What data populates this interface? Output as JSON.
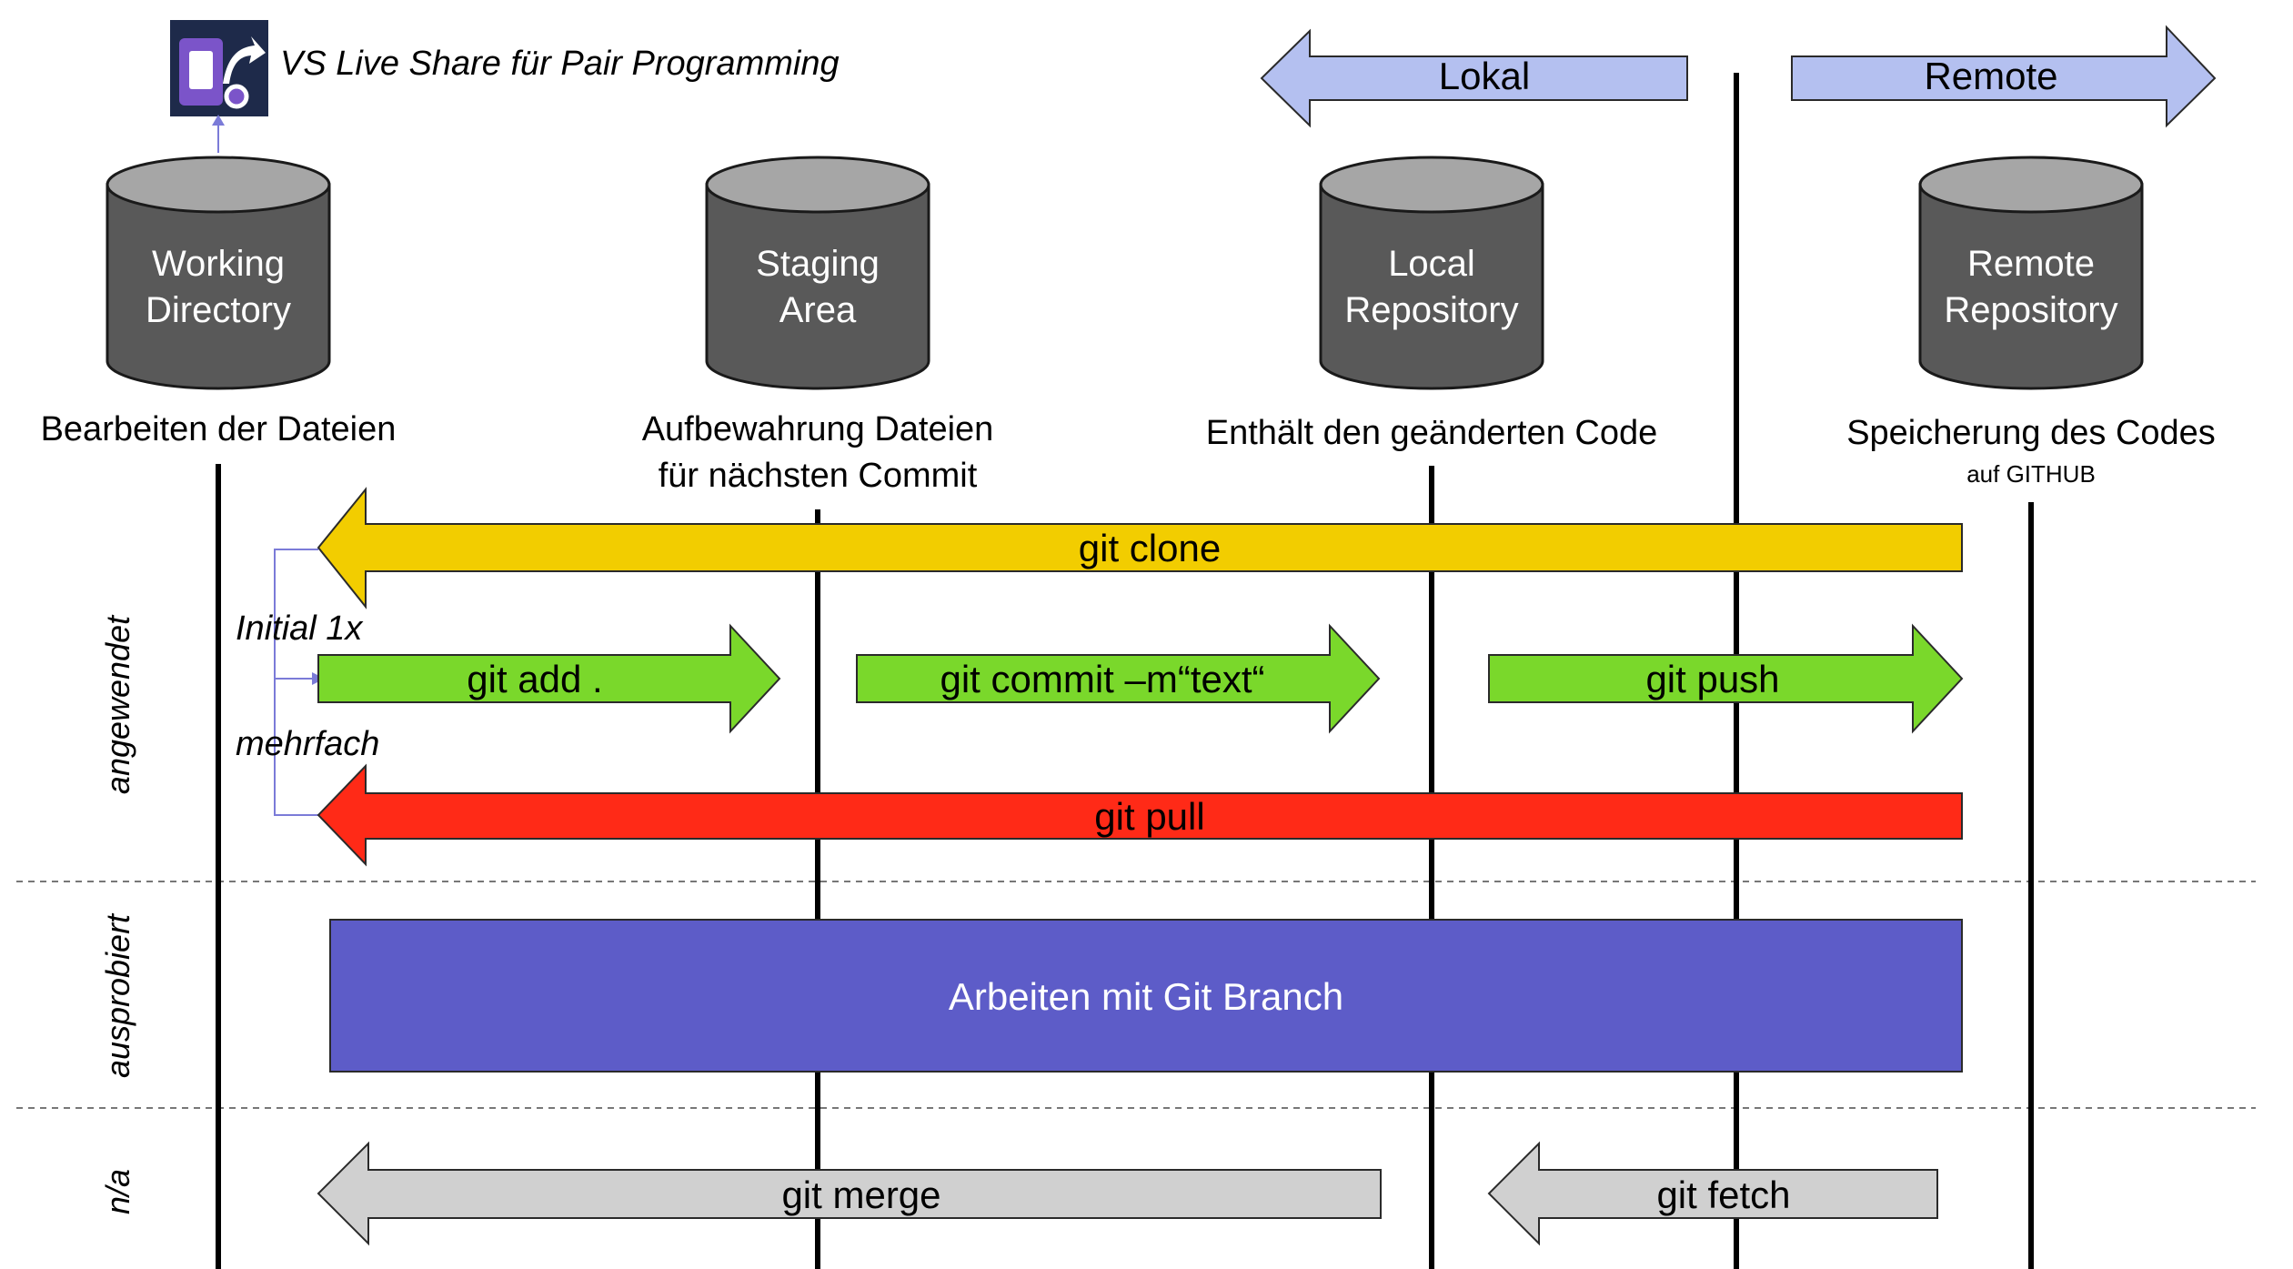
{
  "title": "VS Live Share für Pair Programming",
  "colors": {
    "cylinder": "#595959",
    "cylinder_top": "#a6a6a6",
    "lokal_remote": "#b4c0f0",
    "clone": "#f2cd00",
    "push_add_commit": "#7ad82b",
    "pull": "#ff2a17",
    "branch": "#5d5cc8",
    "na": "#d0d0d0"
  },
  "locality": {
    "lokal": "Lokal",
    "remote": "Remote"
  },
  "stages": [
    {
      "name_line1": "Working",
      "name_line2": "Directory",
      "desc_line1": "Bearbeiten der Dateien",
      "desc_line2": ""
    },
    {
      "name_line1": "Staging",
      "name_line2": "Area",
      "desc_line1": "Aufbewahrung Dateien",
      "desc_line2": "für nächsten Commit"
    },
    {
      "name_line1": "Local",
      "name_line2": "Repository",
      "desc_line1": "Enthält den geänderten Code",
      "desc_line2": ""
    },
    {
      "name_line1": "Remote",
      "name_line2": "Repository",
      "desc_line1": "Speicherung des Codes",
      "desc_line2": "auf GITHUB"
    }
  ],
  "categories": {
    "applied": "angewendet",
    "tried": "ausprobiert",
    "na": "n/a"
  },
  "frequency": {
    "initial": "Initial 1x",
    "multiple": "mehrfach"
  },
  "commands": {
    "clone": "git clone",
    "add": "git add .",
    "commit": "git commit –m“text“",
    "push": "git push",
    "pull": "git pull",
    "branch": "Arbeiten mit Git Branch",
    "merge": "git merge",
    "fetch": "git fetch"
  }
}
